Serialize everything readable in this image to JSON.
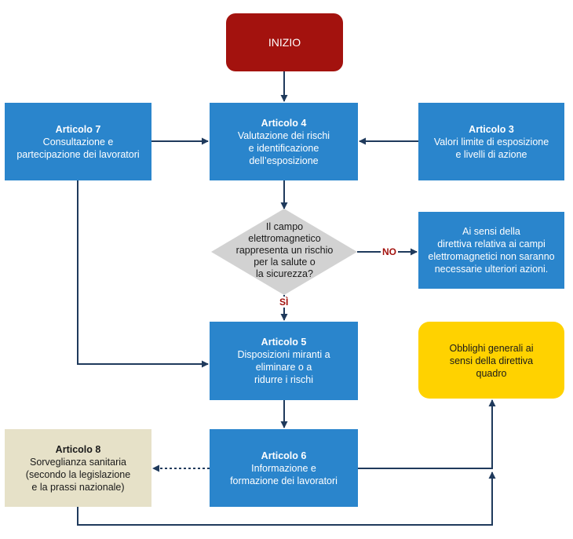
{
  "start": {
    "label": "INIZIO"
  },
  "article7": {
    "title": "Articolo 7",
    "text": "Consultazione e\npartecipazione dei lavoratori"
  },
  "article4": {
    "title": "Articolo 4",
    "text": "Valutazione dei rischi\ne identificazione\ndell’esposizione"
  },
  "article3": {
    "title": "Articolo 3",
    "text": "Valori limite di esposizione\ne livelli di azione"
  },
  "decision": {
    "text": "Il campo\nelettromagnetico\nrappresenta un rischio\nper la salute o\nla sicurezza?",
    "no_label": "NO",
    "yes_label": "SÌ"
  },
  "no_action_note": {
    "text": "Ai sensi della\ndirettiva relativa ai campi\nelettromagnetici non saranno\nnecessarie ulteriori azioni."
  },
  "article5": {
    "title": "Articolo 5",
    "text": "Disposizioni miranti a\neliminare o a\nridurre i rischi"
  },
  "general_obligations": {
    "text": "Obblighi generali ai\nsensi della direttiva\nquadro"
  },
  "article6": {
    "title": "Articolo 6",
    "text": "Informazione e\nformazione dei lavoratori"
  },
  "article8": {
    "title": "Articolo 8",
    "text": "Sorveglianza sanitaria\n(secondo la legislazione\ne la prassi nazionale)"
  },
  "colors": {
    "blue": "#2a85cc",
    "red": "#a3120e",
    "yellow": "#ffd200",
    "beige": "#e6e1c8",
    "decision": "#d2d2d2",
    "line": "#1f3a5c"
  }
}
